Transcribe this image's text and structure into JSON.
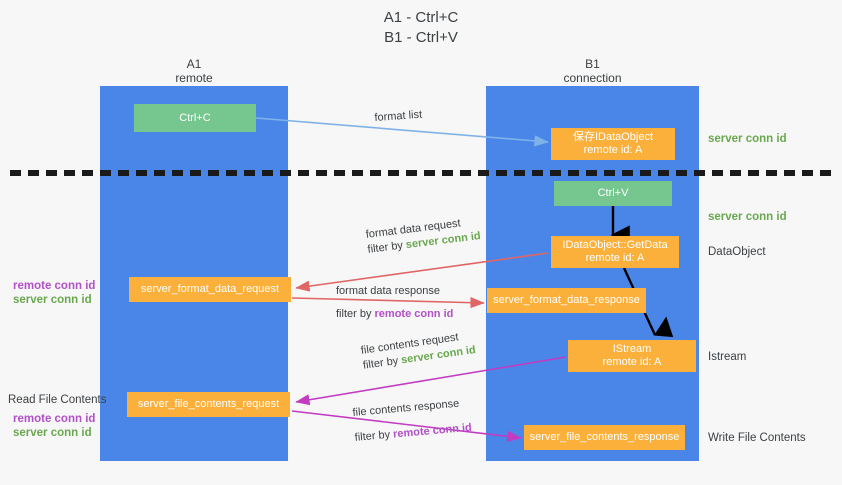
{
  "title": {
    "line1": "A1 - Ctrl+C",
    "line2": "B1 - Ctrl+V"
  },
  "lanes": [
    {
      "id": "a1",
      "name": "A1",
      "sub": "remote"
    },
    {
      "id": "b1",
      "name": "B1",
      "sub": "connection"
    }
  ],
  "boxes": {
    "ctrl_c": {
      "line1": "Ctrl+C",
      "line2": ""
    },
    "save_idataobject": {
      "line1": "保存IDataObject",
      "line2": "remote id: A"
    },
    "ctrl_v": {
      "line1": "Ctrl+V",
      "line2": ""
    },
    "getdata": {
      "line1": "IDataObject::GetData",
      "line2": "remote id: A"
    },
    "format_data_request": {
      "line1": "server_format_data_request",
      "line2": ""
    },
    "format_data_response": {
      "line1": "server_format_data_response",
      "line2": ""
    },
    "istream": {
      "line1": "IStream",
      "line2": "remote id: A"
    },
    "file_contents_request": {
      "line1": "server_file_contents_request",
      "line2": ""
    },
    "file_contents_response": {
      "line1": "server_file_contents_response",
      "line2": ""
    }
  },
  "edge_labels": {
    "format_list": "format list",
    "format_data_request": {
      "main": "format data request",
      "filter_prefix": "filter by ",
      "filter_key": "server conn id"
    },
    "format_data_response": {
      "main": "format data response",
      "filter_prefix": "filter by ",
      "filter_key": "remote conn id"
    },
    "file_contents_request": {
      "main": "file contents request",
      "filter_prefix": "filter by ",
      "filter_key": "server conn id"
    },
    "file_contents_response": {
      "main": "file contents response",
      "filter_prefix": "filter by ",
      "filter_key": "remote conn id"
    }
  },
  "annotations_right": [
    {
      "text": "server conn id",
      "style": "green"
    },
    {
      "text": "server conn id",
      "style": "green"
    },
    {
      "text": "DataObject",
      "style": "grey"
    },
    {
      "text": "Istream",
      "style": "grey"
    },
    {
      "text": "Write File Contents",
      "style": "grey"
    }
  ],
  "annotations_left": [
    {
      "text": "remote conn id",
      "style": "purple"
    },
    {
      "text": "server conn id",
      "style": "green"
    },
    {
      "text": "Read File Contents",
      "style": "grey"
    },
    {
      "text": "remote conn id",
      "style": "purple"
    },
    {
      "text": "server conn id",
      "style": "green"
    }
  ],
  "colors": {
    "lane": "#4a86e8",
    "green_box": "#76c68f",
    "orange_box": "#fbb03b",
    "arrow_blue": "#7fb3e8",
    "arrow_red": "#e06666",
    "arrow_magenta": "#c councils",
    "arrow_black": "#000000",
    "key_green": "#6aa84f",
    "key_purple": "#b250c8",
    "background": "#f7f7f7"
  }
}
